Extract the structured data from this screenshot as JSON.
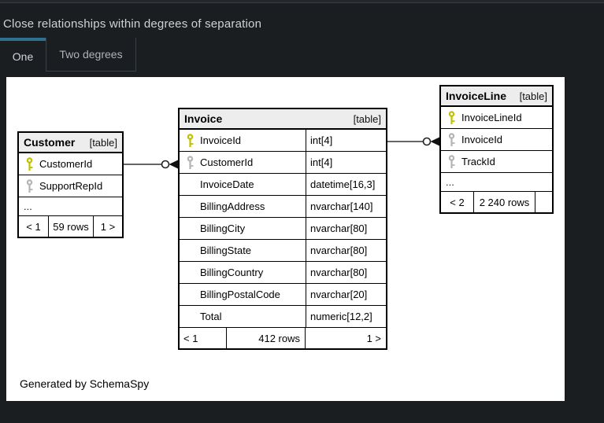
{
  "colors": {
    "accent_tab": "#2e7191",
    "page_background": "#1b1e21",
    "canvas_background": "#ffffff",
    "primary_key": "#c0c000",
    "foreign_key": "#b4b4b4"
  },
  "header": {
    "title": "Close relationships within degrees of separation"
  },
  "tabs": [
    {
      "label": "One",
      "active": true
    },
    {
      "label": "Two degrees",
      "active": false
    }
  ],
  "diagram": {
    "generated_by": "Generated by SchemaSpy",
    "tables": [
      {
        "name": "Customer",
        "tag": "[table]",
        "columns": [
          {
            "name": "CustomerId",
            "key": "primary"
          },
          {
            "name": "SupportRepId",
            "key": "foreign"
          },
          {
            "name": "..."
          }
        ],
        "footer": {
          "left": "< 1",
          "center": "59 rows",
          "right": "1 >"
        }
      },
      {
        "name": "Invoice",
        "tag": "[table]",
        "columns": [
          {
            "name": "InvoiceId",
            "type": "int[4]",
            "key": "primary"
          },
          {
            "name": "CustomerId",
            "type": "int[4]",
            "key": "foreign"
          },
          {
            "name": "InvoiceDate",
            "type": "datetime[16,3]"
          },
          {
            "name": "BillingAddress",
            "type": "nvarchar[140]"
          },
          {
            "name": "BillingCity",
            "type": "nvarchar[80]"
          },
          {
            "name": "BillingState",
            "type": "nvarchar[80]"
          },
          {
            "name": "BillingCountry",
            "type": "nvarchar[80]"
          },
          {
            "name": "BillingPostalCode",
            "type": "nvarchar[20]"
          },
          {
            "name": "Total",
            "type": "numeric[12,2]"
          }
        ],
        "footer": {
          "left": "< 1",
          "center": "412 rows",
          "right": "1 >"
        }
      },
      {
        "name": "InvoiceLine",
        "tag": "[table]",
        "columns": [
          {
            "name": "InvoiceLineId",
            "key": "primary"
          },
          {
            "name": "InvoiceId",
            "key": "foreign"
          },
          {
            "name": "TrackId",
            "key": "foreign"
          },
          {
            "name": "..."
          }
        ],
        "footer": {
          "left": "< 2",
          "center": "2 240 rows",
          "right": ""
        }
      }
    ],
    "relationships": [
      {
        "from": "Customer.CustomerId",
        "to": "Invoice.CustomerId"
      },
      {
        "from": "Invoice.InvoiceId",
        "to": "InvoiceLine.InvoiceId"
      }
    ]
  }
}
